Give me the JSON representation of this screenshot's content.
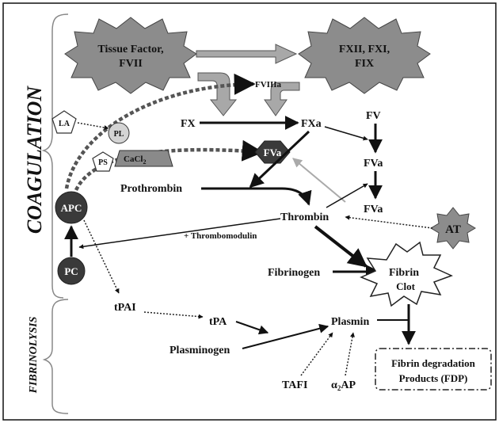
{
  "sections": {
    "coagulation": "COAGULATION",
    "fibrinolysis": "FIBRINOLYSIS"
  },
  "nodes": {
    "tissue_factor_line1": "Tissue Factor,",
    "tissue_factor_line2": "FVII",
    "fxii_line1": "FXII, FXI,",
    "fxii_line2": "FIX",
    "fviiia": "FVIIIa",
    "la": "LA",
    "pl": "PL",
    "ps": "PS",
    "cacl2_base": "CaCl",
    "cacl2_sub": "2",
    "fx": "FX",
    "fxa": "FXa",
    "fv": "FV",
    "fva_right1": "FVa",
    "fva_right2": "FVa",
    "fva_hex": "FVa",
    "prothrombin": "Prothrombin",
    "thrombin": "Thrombin",
    "apc": "APC",
    "pc": "PC",
    "thrombomodulin": "+ Thrombomodulin",
    "at": "AT",
    "fibrinogen": "Fibrinogen",
    "fibrin_clot_line1": "Fibrin",
    "fibrin_clot_line2": "Clot",
    "tpai": "tPAI",
    "tpa": "tPA",
    "plasmin": "Plasmin",
    "plasminogen": "Plasminogen",
    "tafi": "TAFI",
    "a2ap_alpha": "α",
    "a2ap_sub": "2",
    "a2ap_rest": "AP",
    "fdp_line1": "Fibrin degradation",
    "fdp_line2": "Products (FDP)"
  },
  "colors": {
    "star_fill": "#8c8c8c",
    "block_arrow_fill": "#a8a8a8",
    "dark_node": "#3a3a3a",
    "pl_fill": "#d4d4d4",
    "cacl2_fill": "#8a8a8a",
    "line": "#111111"
  }
}
